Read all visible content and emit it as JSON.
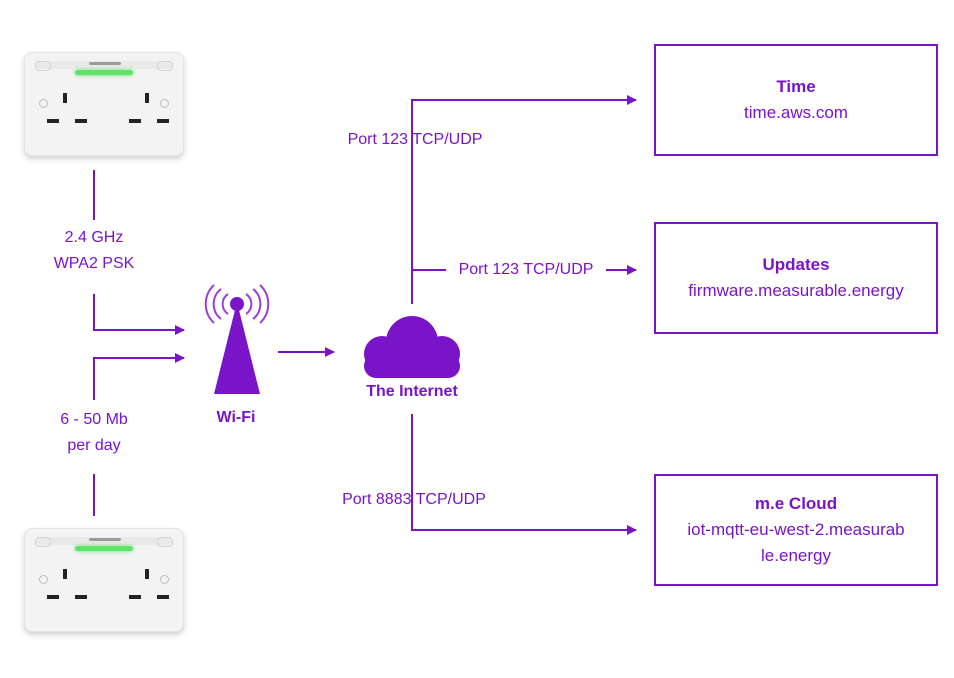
{
  "links": {
    "radio": "2.4 GHz",
    "security": "WPA2 PSK",
    "usage": "6 - 50 Mb",
    "usage_period": "per day"
  },
  "nodes": {
    "wifi": "Wi-Fi",
    "internet": "The Internet"
  },
  "ports": {
    "time": "Port 123 TCP/UDP",
    "updates": "Port 123 TCP/UDP",
    "cloud": "Port 8883 TCP/UDP"
  },
  "services": [
    {
      "title": "Time",
      "host": "time.aws.com"
    },
    {
      "title": "Updates",
      "host": "firmware.measurable.energy"
    },
    {
      "title": "m.e Cloud",
      "host": "iot-mqtt-eu-west-2.measurable.energy"
    }
  ],
  "colors": {
    "accent": "#7a14c8",
    "led": "#5fe36a"
  },
  "icons": [
    "smart-socket-icon",
    "wifi-antenna-icon",
    "cloud-icon",
    "arrow-icon"
  ]
}
